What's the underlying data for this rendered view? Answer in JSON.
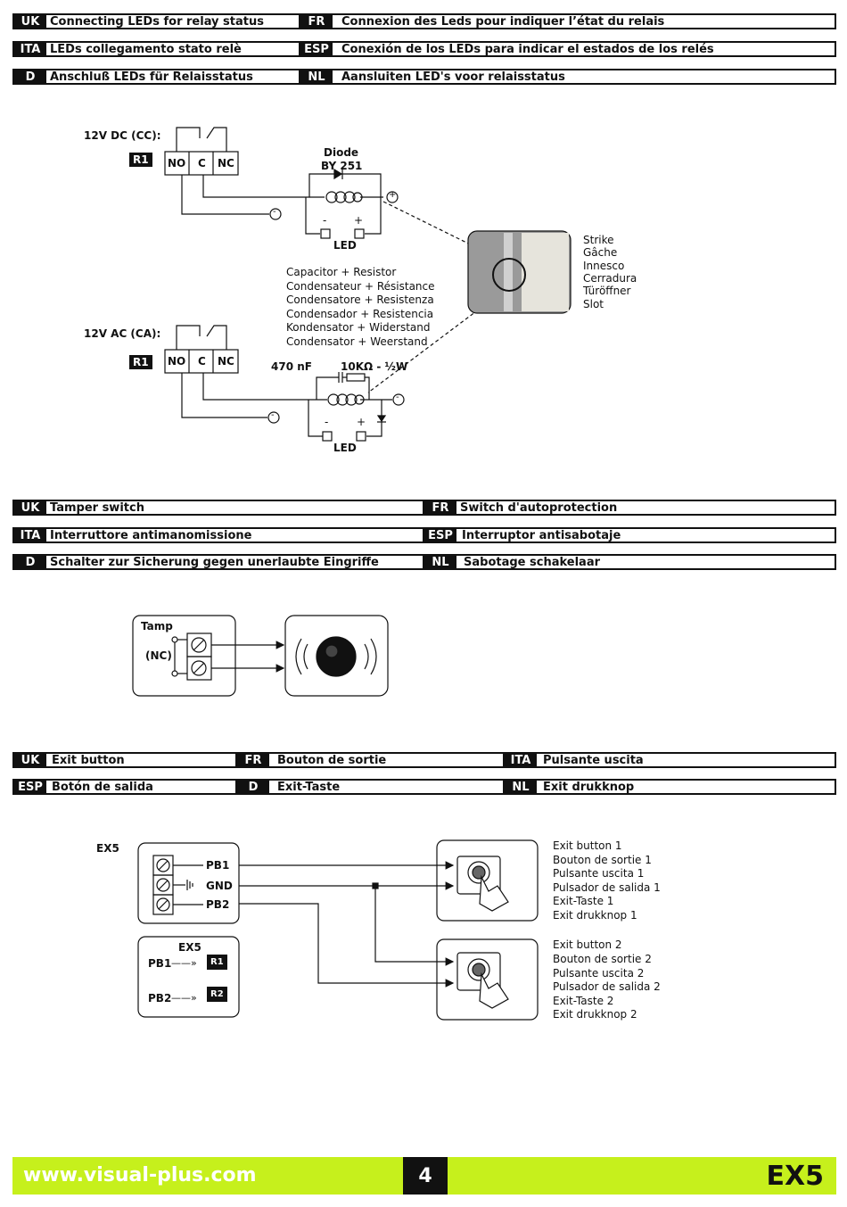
{
  "section1": {
    "row1": [
      {
        "tag": "UK",
        "text": "Connecting LEDs for relay status"
      },
      {
        "tag": "FR",
        "text": "Connexion des Leds pour indiquer l’état du relais"
      }
    ],
    "row2": [
      {
        "tag": "ITA",
        "text": "LEDs collegamento stato relè"
      },
      {
        "tag": "ESP",
        "text": "Conexión de los LEDs para indicar el estados de los relés"
      }
    ],
    "row3": [
      {
        "tag": "D",
        "text": "Anschluß LEDs für Relaisstatus"
      },
      {
        "tag": "NL",
        "text": "Aansluiten LED's voor relaisstatus"
      }
    ],
    "dc_label": "12V DC (CC):",
    "ac_label": "12V AC (CA):",
    "relay": "R1",
    "terminals": [
      "NO",
      "C",
      "NC"
    ],
    "diode": [
      "Diode",
      "BY 251"
    ],
    "led": "LED",
    "minus": "-",
    "plus": "+",
    "cap_res": [
      "Capacitor + Resistor",
      "Condensateur + Résistance",
      "Condensatore + Resistenza",
      "Condensador + Resistencia",
      "Kondensator + Widerstand",
      "Condensator + Weerstand"
    ],
    "cap_value": "470 nF",
    "res_value": "10KΩ - ½W",
    "strike": [
      "Strike",
      "Gâche",
      "Innesco",
      "Cerradura",
      "Türöffner",
      "Slot"
    ]
  },
  "section2": {
    "row1": [
      {
        "tag": "UK",
        "text": "Tamper switch"
      },
      {
        "tag": "FR",
        "text": "Switch d'autoprotection"
      }
    ],
    "row2": [
      {
        "tag": "ITA",
        "text": "Interruttore antimanomissione"
      },
      {
        "tag": "ESP",
        "text": "Interruptor antisabotaje"
      }
    ],
    "row3": [
      {
        "tag": "D",
        "text": "Schalter zur Sicherung gegen unerlaubte Eingriffe"
      },
      {
        "tag": "NL",
        "text": "Sabotage schakelaar"
      }
    ],
    "tamp": "Tamp",
    "nc": "(NC)"
  },
  "section3": {
    "row1": [
      {
        "tag": "UK",
        "text": "Exit button"
      },
      {
        "tag": "FR",
        "text": "Bouton de sortie"
      },
      {
        "tag": "ITA",
        "text": "Pulsante uscita"
      }
    ],
    "row2": [
      {
        "tag": "ESP",
        "text": "Botón de salida"
      },
      {
        "tag": "D",
        "text": "Exit-Taste"
      },
      {
        "tag": "NL",
        "text": "Exit drukknop"
      }
    ],
    "ex5": "EX5",
    "terms": [
      "PB1",
      "GND",
      "PB2"
    ],
    "map": [
      {
        "pb": "PB1",
        "relay": "R1"
      },
      {
        "pb": "PB2",
        "relay": "R2"
      }
    ],
    "arrow": "——»",
    "button1": [
      "Exit button 1",
      "Bouton de sortie 1",
      "Pulsante uscita 1",
      "Pulsador de salida 1",
      "Exit-Taste 1",
      "Exit drukknop 1"
    ],
    "button2": [
      "Exit button 2",
      "Bouton de sortie 2",
      "Pulsante uscita 2",
      "Pulsador de salida 2",
      "Exit-Taste 2",
      "Exit drukknop 2"
    ]
  },
  "footer": {
    "url": "www.visual-plus.com",
    "page": "4",
    "model": "EX5"
  },
  "colors": {
    "footer": "#c6f01c",
    "ink": "#111111"
  }
}
